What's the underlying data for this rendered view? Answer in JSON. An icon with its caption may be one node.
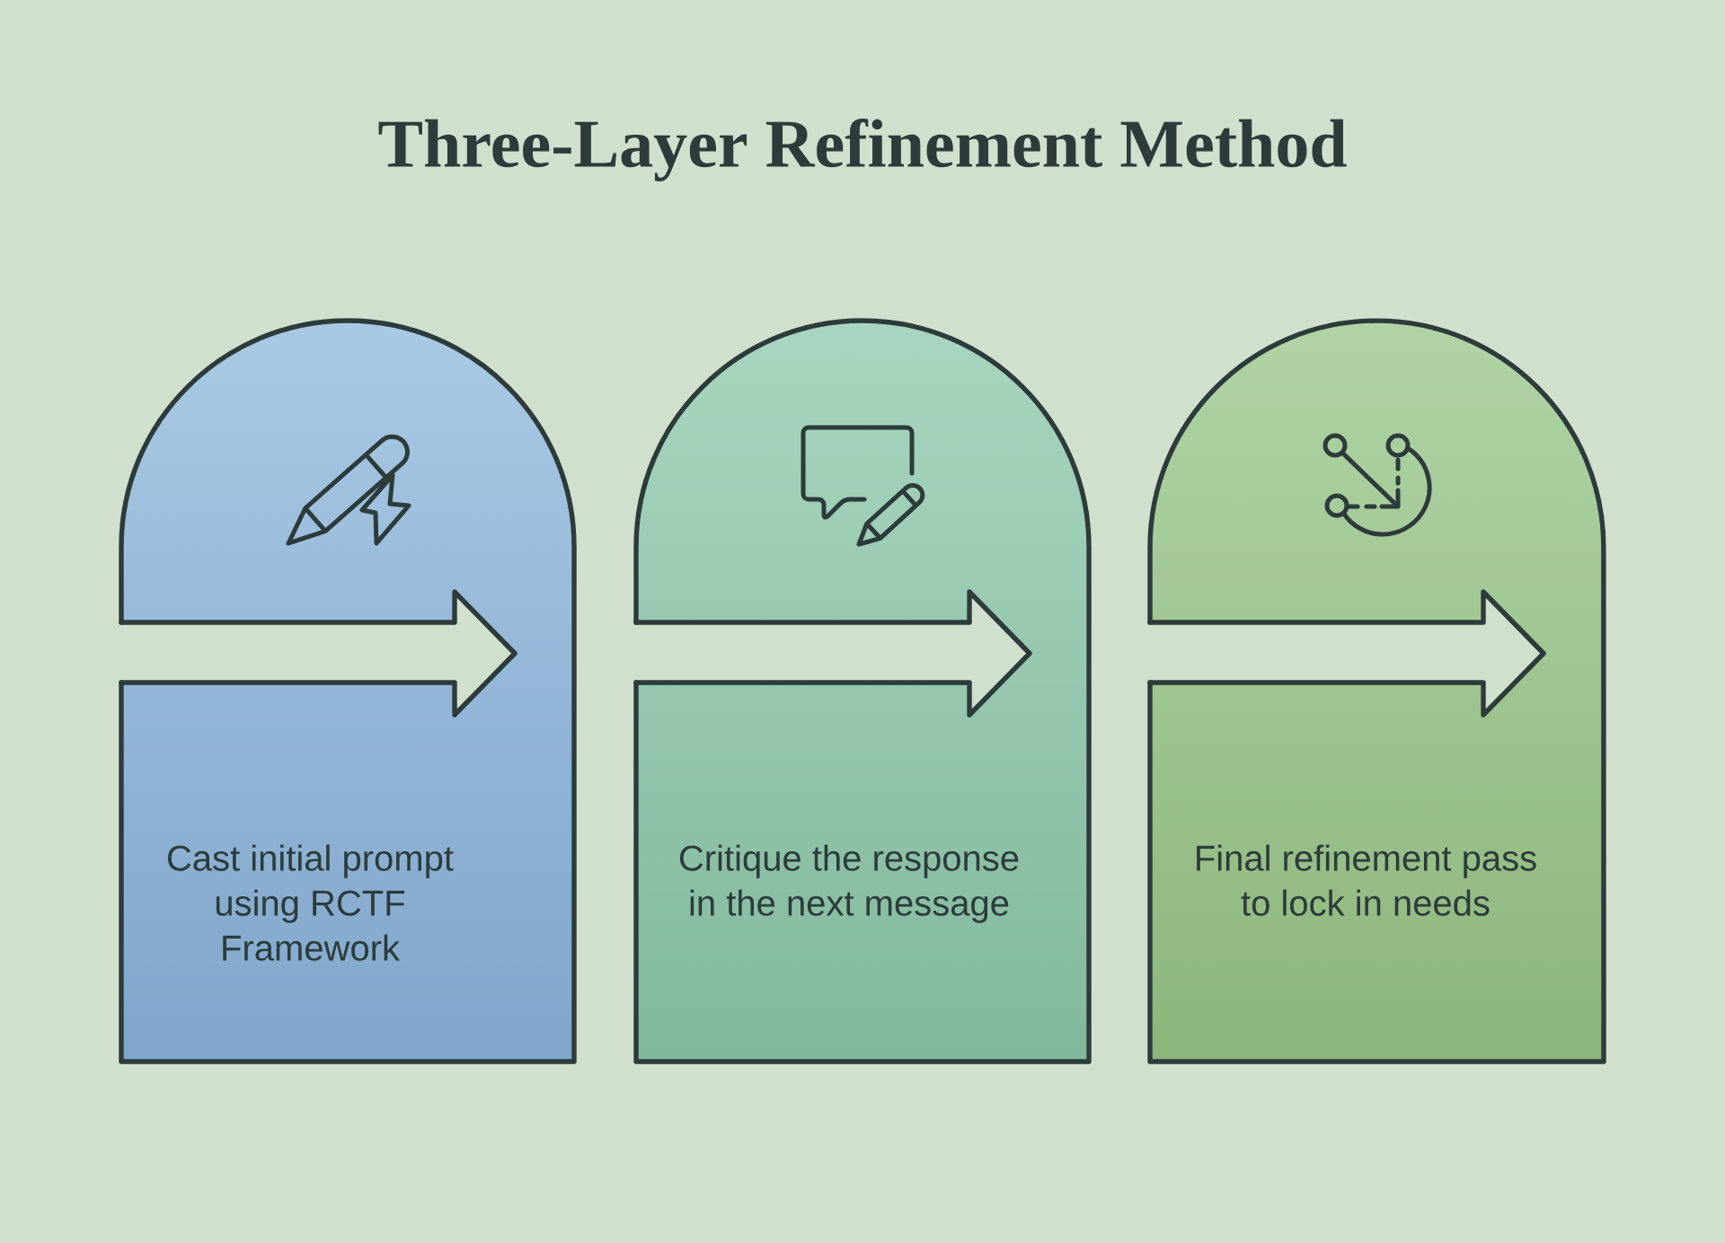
{
  "diagram": {
    "title": "Three-Layer Refinement Method",
    "nodes": [
      {
        "text": [
          "Cast initial prompt using RCTF Framework"
        ]
      },
      {
        "text": [
          "Critique the response in the next message"
        ]
      },
      {
        "text": [
          "Final refinement pass to lock in needs"
        ]
      }
    ]
  }
}
